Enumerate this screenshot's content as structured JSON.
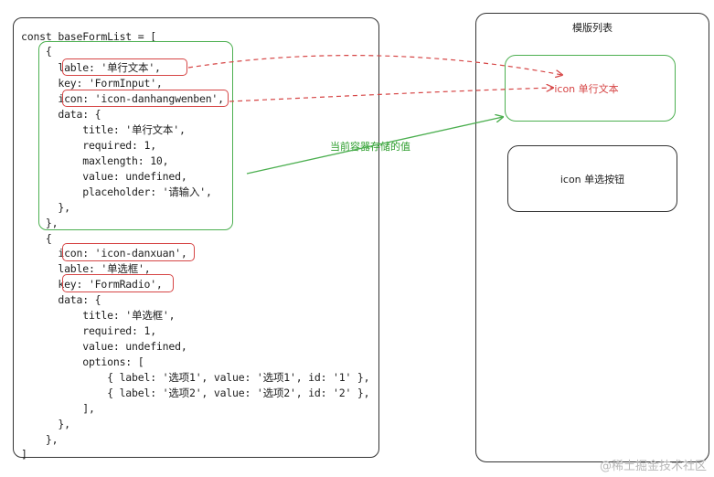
{
  "code_lines": [
    "const baseFormList = [",
    "    {",
    "      lable: '单行文本',",
    "      key: 'FormInput',",
    "      icon: 'icon-danhangwenben',",
    "      data: {",
    "          title: '单行文本',",
    "          required: 1,",
    "          maxlength: 10,",
    "          value: undefined,",
    "          placeholder: '请输入',",
    "      },",
    "    },",
    "    {",
    "      icon: 'icon-danxuan',",
    "      lable: '单选框',",
    "      key: 'FormRadio',",
    "      data: {",
    "          title: '单选框',",
    "          required: 1,",
    "          value: undefined,",
    "          options: [",
    "              { label: '选项1', value: '选项1', id: '1' },",
    "              { label: '选项2', value: '选项2', id: '2' },",
    "          ],",
    "      },",
    "    },",
    "]"
  ],
  "template_panel": {
    "title": "模版列表",
    "items": [
      {
        "label": "icon 单行文本",
        "state": "active"
      },
      {
        "label": "icon 单选按钮",
        "state": "normal"
      }
    ]
  },
  "annotation": "当前容器存储的值",
  "colors": {
    "highlight": "#d64545",
    "group": "#4caf50",
    "stroke": "#333333"
  },
  "watermark": "@稀土掘金技术社区"
}
